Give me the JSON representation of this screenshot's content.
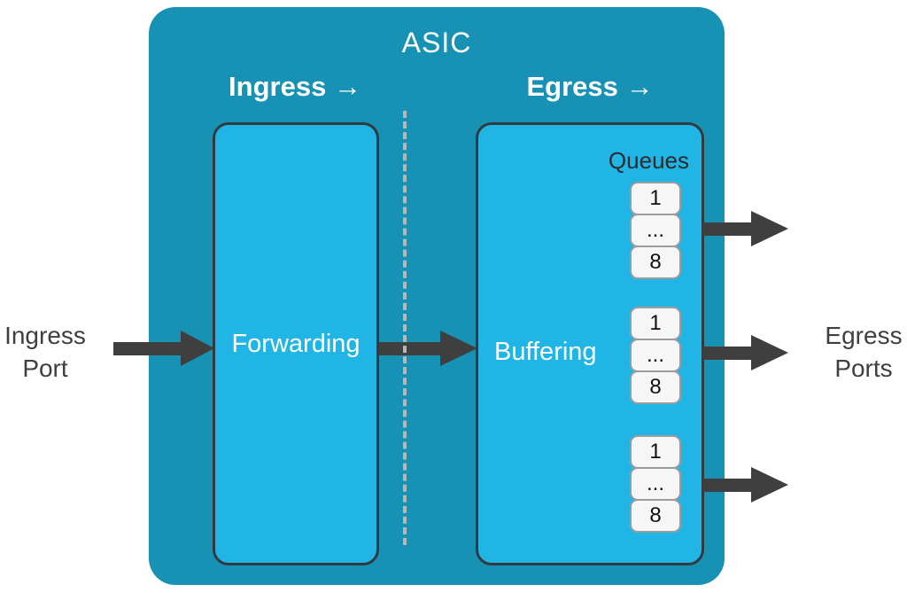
{
  "diagram": {
    "title": "ASIC",
    "sections": {
      "ingress": {
        "header": "Ingress →",
        "block": "Forwarding"
      },
      "egress": {
        "header": "Egress →",
        "block": "Buffering",
        "queues_label": "Queues",
        "queue_boxes": [
          "1",
          "...",
          "8"
        ],
        "queue_group_count": 3
      }
    },
    "io": {
      "ingress_port": [
        "Ingress",
        "Port"
      ],
      "egress_ports": [
        "Egress",
        "Ports"
      ]
    },
    "colors": {
      "asic_background": "#1791b4",
      "stage_background": "#21b5e6",
      "stage_border": "#323a40",
      "arrow": "#3f3f3f",
      "queue_fill": "#f6f6f6",
      "queue_border": "#9c9c9c",
      "dashed_divider": "#b7b7b7",
      "title_text": "#ffffff",
      "outside_text": "#3f3f3f"
    }
  }
}
